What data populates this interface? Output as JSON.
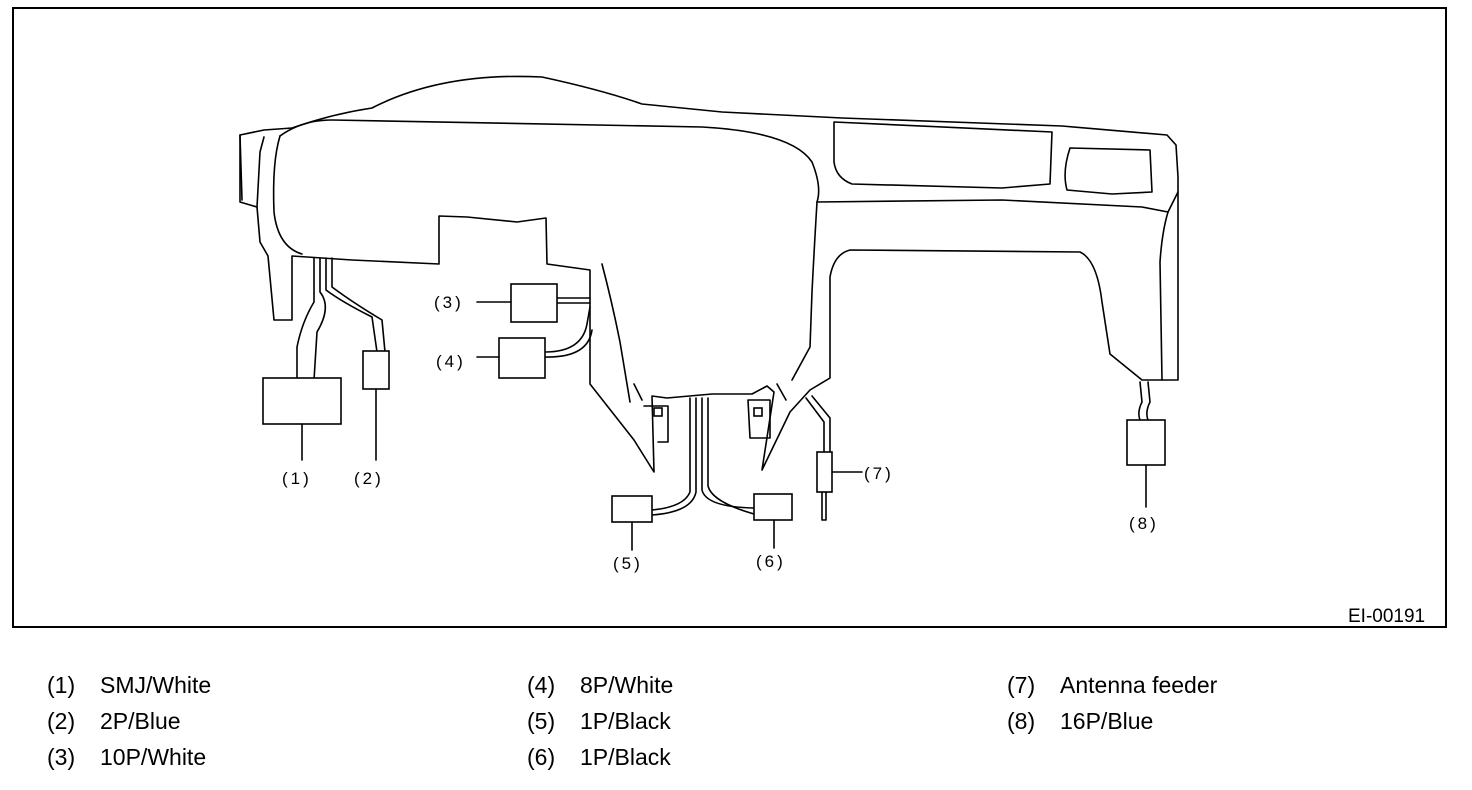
{
  "figure": {
    "id": "EI-00191",
    "callouts": [
      "(1)",
      "(2)",
      "(3)",
      "(4)",
      "(5)",
      "(6)",
      "(7)",
      "(8)"
    ]
  },
  "legend": [
    {
      "num": "(1)",
      "label": "SMJ/White"
    },
    {
      "num": "(2)",
      "label": "2P/Blue"
    },
    {
      "num": "(3)",
      "label": "10P/White"
    },
    {
      "num": "(4)",
      "label": "8P/White"
    },
    {
      "num": "(5)",
      "label": "1P/Black"
    },
    {
      "num": "(6)",
      "label": "1P/Black"
    },
    {
      "num": "(7)",
      "label": "Antenna feeder"
    },
    {
      "num": "(8)",
      "label": "16P/Blue"
    }
  ]
}
